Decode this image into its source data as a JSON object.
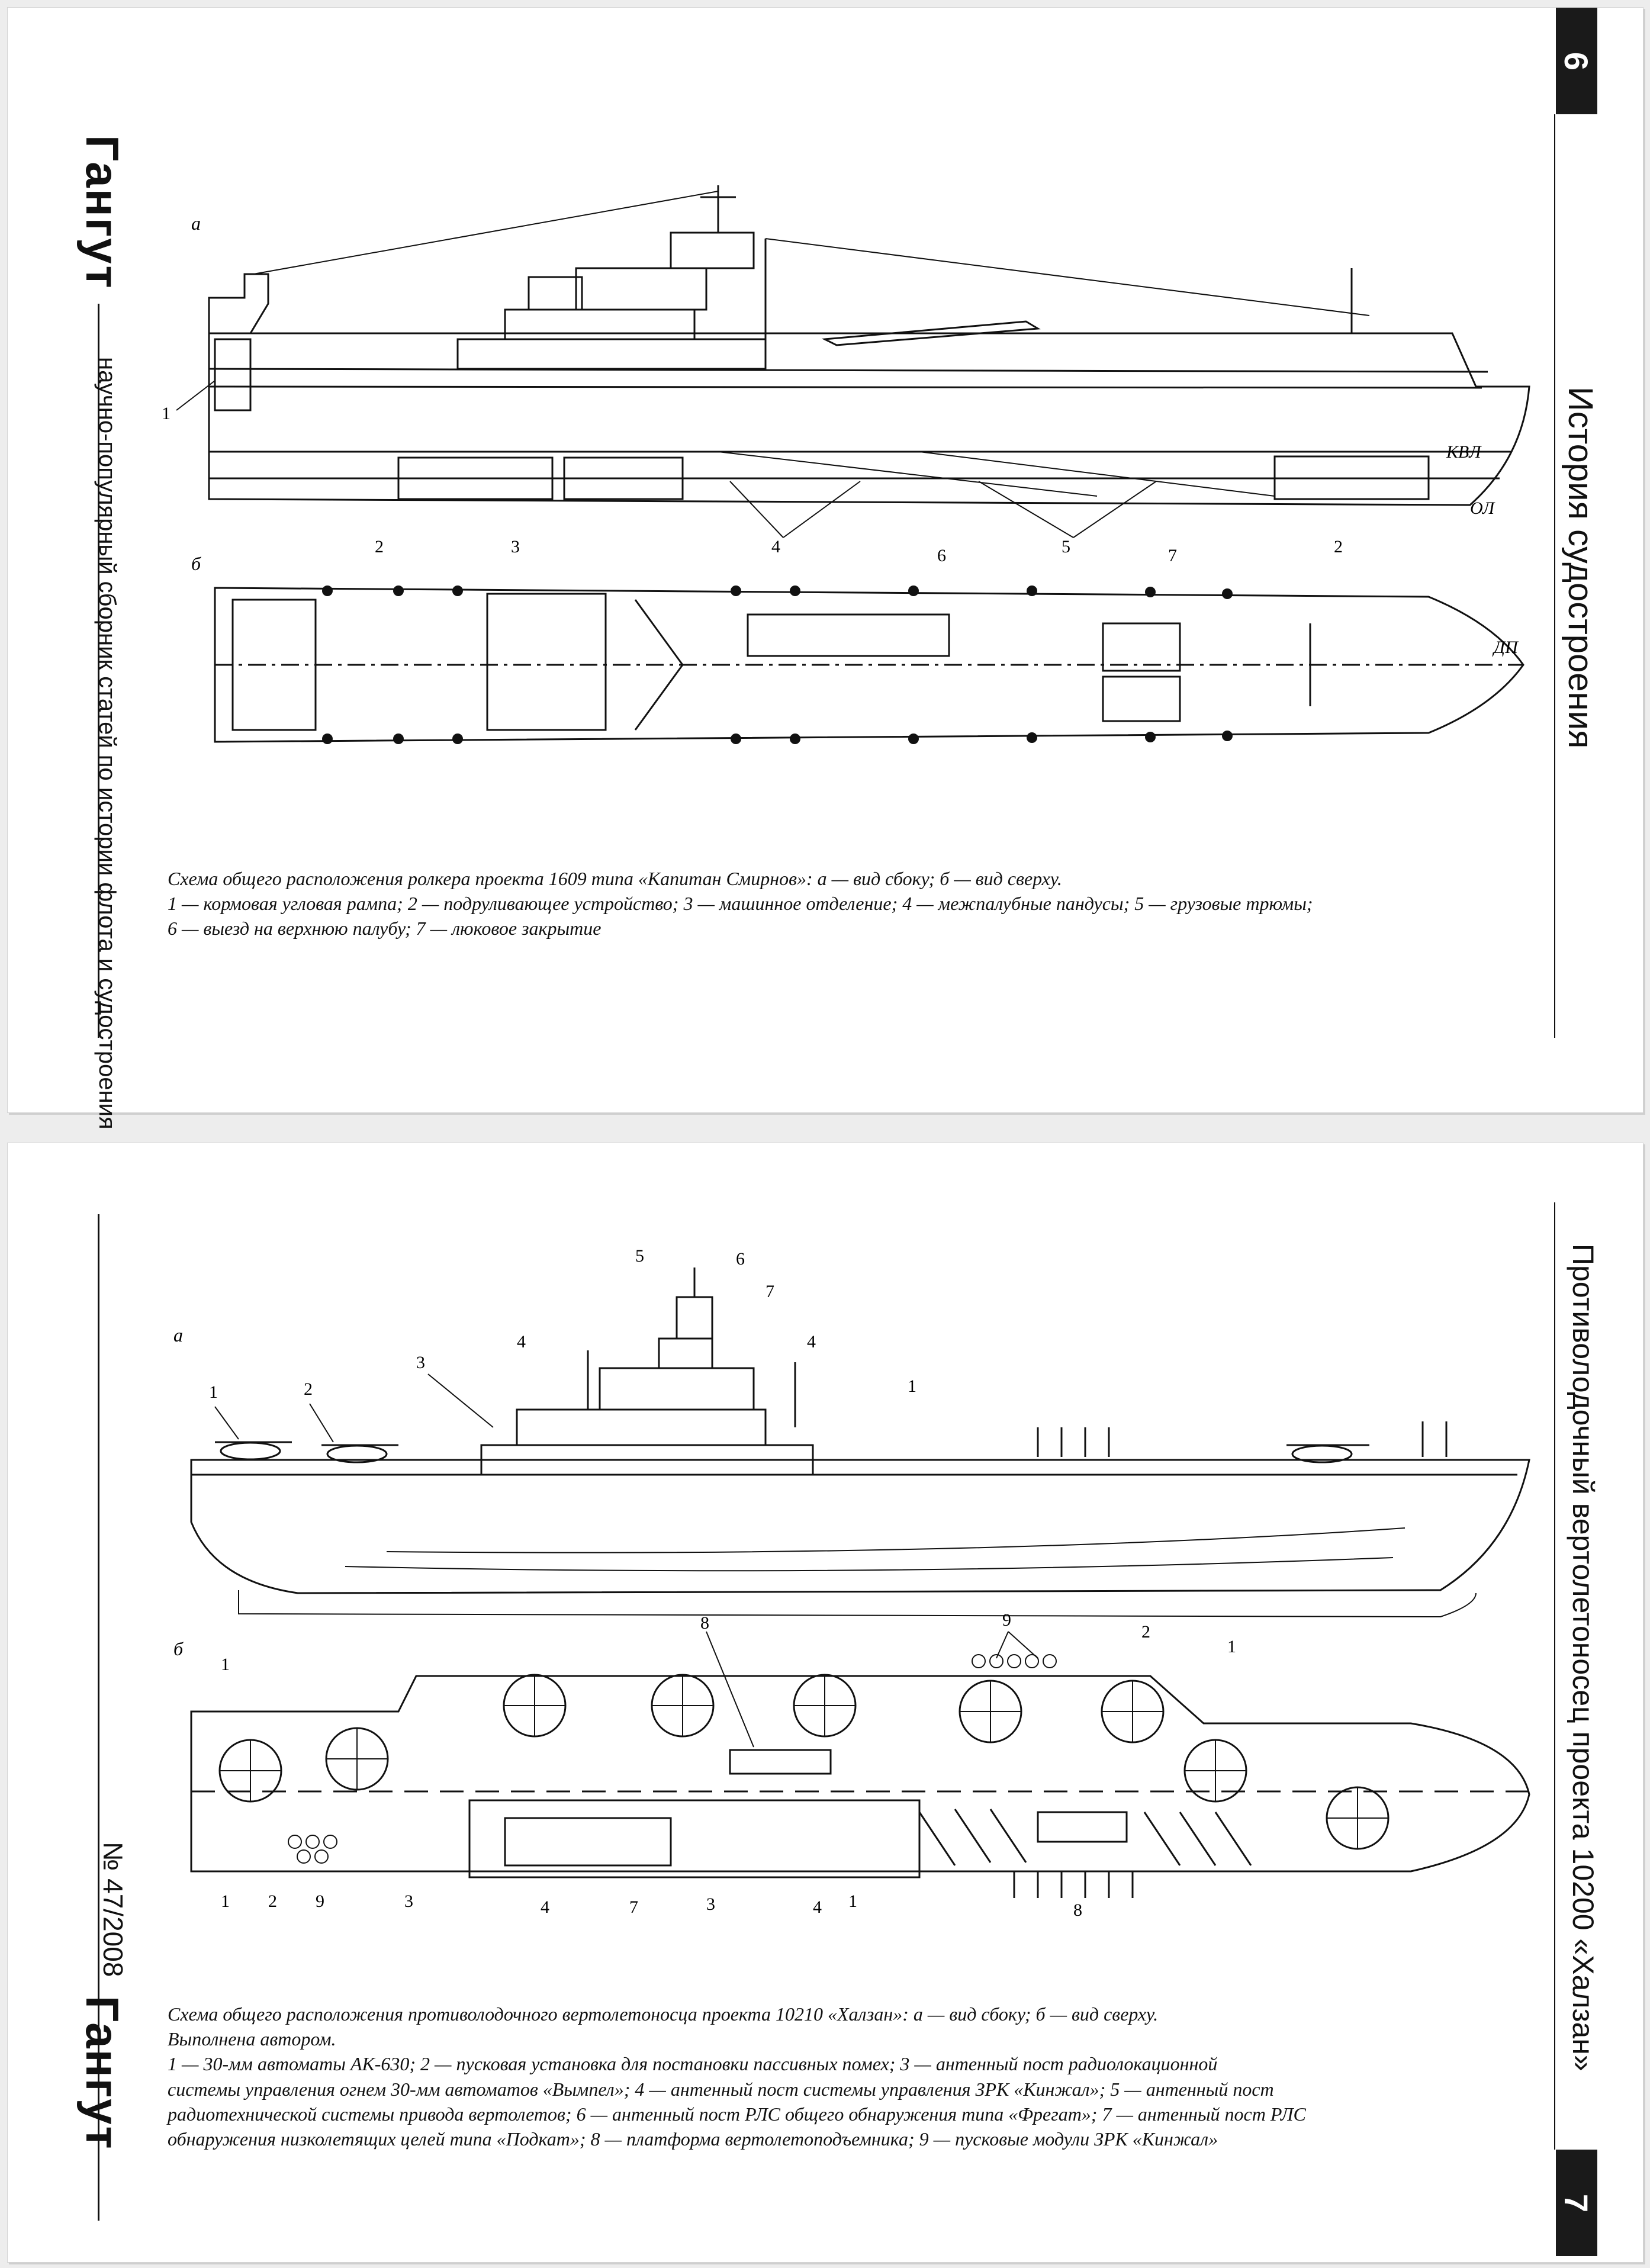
{
  "page1": {
    "page_number": "6",
    "journal_logo": "Гангут",
    "spine_text": "научно-популярный сборник статей по истории флота и судостроения",
    "section_title": "История судостроения",
    "figure": {
      "view_a": "а",
      "view_b": "б",
      "callouts_a": [
        "1",
        "2",
        "3",
        "4",
        "5",
        "2"
      ],
      "callouts_b": [
        "6",
        "7"
      ],
      "waterline_label": "КВЛ",
      "baseline_label": "ОЛ",
      "centerline_label": "ДП"
    },
    "caption": {
      "title": "Схема общего расположения ролкера проекта 1609 типа «Капитан Смирнов»: а — вид сбоку; б — вид сверху.",
      "line1": "1 — кормовая угловая рампа; 2 — подруливающее устройство; 3 — машинное отделение; 4 — межпалубные пандусы; 5 — грузовые трюмы;",
      "line2": "6 — выезд на верхнюю палубу; 7 — люковое закрытие"
    }
  },
  "page2": {
    "page_number": "7",
    "journal_logo": "Гангут",
    "issue": "№ 47/2008",
    "section_title": "Противолодочный вертолетоносец проекта 10200 «Халзан»",
    "figure": {
      "view_a": "а",
      "view_b": "б",
      "callouts_a": [
        "1",
        "2",
        "3",
        "4",
        "5",
        "6",
        "7",
        "4",
        "1"
      ],
      "callouts_b": [
        "1",
        "1",
        "2",
        "9",
        "3",
        "4",
        "7",
        "3",
        "4",
        "1",
        "8",
        "8",
        "9",
        "2",
        "1"
      ]
    },
    "caption": {
      "title": "Схема общего расположения противолодочного вертолетоносца проекта 10210  «Халзан»: а — вид сбоку; б — вид сверху.",
      "author": "Выполнена автором.",
      "line1": "1 — 30-мм автоматы АК-630; 2 — пусковая установка для постановки пассивных помех; 3 — антенный пост радиолокационной",
      "line2": "системы управления огнем 30-мм автоматов «Вымпел»; 4 — антенный пост системы управления ЗРК «Кинжал»; 5 — антенный пост",
      "line3": "радиотехнической системы привода вертолетов; 6 — антенный пост РЛС общего обнаружения типа «Фрегат»; 7 — антенный пост РЛС",
      "line4": "обнаружения  низколетящих целей типа «Подкат»; 8 — платформа вертолетоподъемника; 9 — пусковые модули ЗРК «Кинжал»"
    }
  }
}
